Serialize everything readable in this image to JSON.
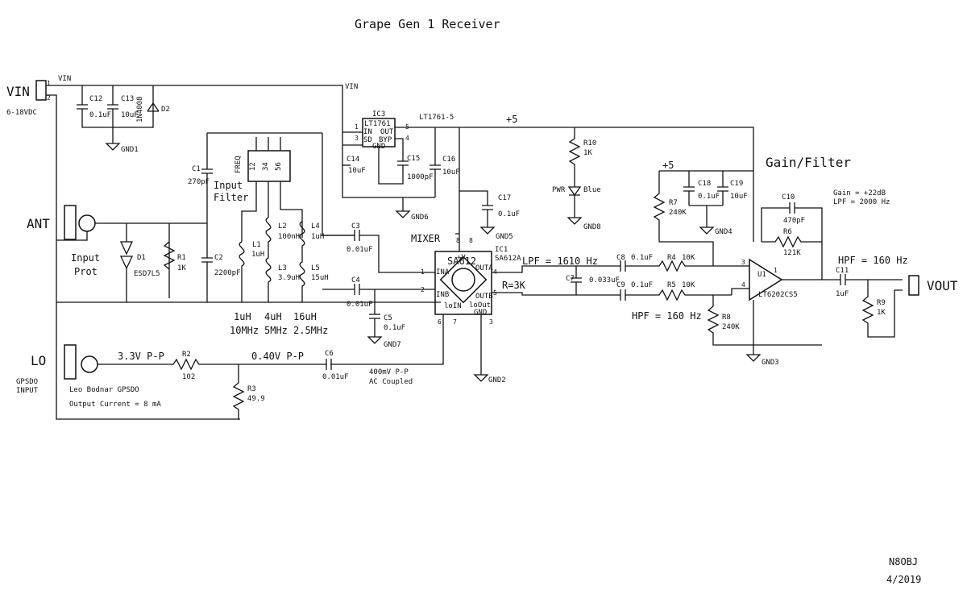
{
  "title": "Grape Gen 1 Receiver",
  "author": "N8OBJ",
  "date": "4/2019",
  "ports": {
    "vin": "VIN",
    "vin_range": "6-18VDC",
    "vin_net": "VIN",
    "vin_net2": "VIN",
    "ant": "ANT",
    "lo": "LO",
    "gpsdo_1": "GPSDO",
    "gpsdo_2": "INPUT",
    "vout": "VOUT"
  },
  "sections": {
    "input_prot_1": "Input",
    "input_prot_2": "Prot",
    "input_filter_1": "Input",
    "input_filter_2": "Filter",
    "mixer": "MIXER",
    "gain_filter": "Gain/Filter",
    "plus5_a": "+5",
    "plus5_b": "+5"
  },
  "components": {
    "C12": "C12",
    "C12v": "0.1uF",
    "C13": "C13",
    "C13v": "10uF",
    "D2": "D2",
    "D2v": "1N4008",
    "GND1": "GND1",
    "IC3": "IC3",
    "IC3v": "LT1761-5",
    "IC3_top": "LT1761",
    "IC3_in": "IN",
    "IC3_out": "OUT",
    "IC3_sd": "SD",
    "IC3_byp": "BYP",
    "IC3_gnd": "GND",
    "C14": "C14",
    "C14v": "10uF",
    "C15": "C15",
    "C15v": "1000pF",
    "C16": "C16",
    "C16v": "10uF",
    "GND6": "GND6",
    "C17": "C17",
    "C17v": "0.1uF",
    "GND5": "GND5",
    "R10": "R10",
    "R10v": "1K",
    "LED": "PWR",
    "LEDv": "Blue",
    "GND8": "GND8",
    "C1": "C1",
    "C1v": "270pF",
    "C2": "C2",
    "C2v": "2200pF",
    "FREQ": "FREQ",
    "sw1": "12",
    "sw2": "34",
    "sw3": "56",
    "L1": "L1",
    "L1v": "1uH",
    "L2": "L2",
    "L2v": "100nH",
    "L3": "L3",
    "L3v": "3.9uH",
    "L4": "L4",
    "L4v": "1uH",
    "L5": "L5",
    "L5v": "15uH",
    "fi1": "1uH",
    "fi2": "4uH",
    "fi3": "16uH",
    "fr1": "10MHz",
    "fr2": "5MHz",
    "fr3": "2.5MHz",
    "D1": "D1",
    "D1v": "ESD7L5",
    "R1": "R1",
    "R1v": "1K",
    "C3": "C3",
    "C3v": "0.01uF",
    "C4": "C4",
    "C4v": "0.01uF",
    "C5": "C5",
    "C5v": "0.1uF",
    "GND7": "GND7",
    "IC1": "IC1",
    "IC1v": "SA612A",
    "IC1_name": "SA612",
    "IC1_vcc": "+V",
    "IC1_ina": "INA",
    "IC1_inb": "INB",
    "IC1_outa": "OUTA",
    "IC1_outb": "OUTB",
    "IC1_loin": "loIN",
    "IC1_loout": "loOut",
    "IC1_gnd": "GND",
    "GND2": "GND2",
    "lpf": "LPF = 1610 Hz",
    "r3k": "R=3K",
    "C7": "C7",
    "C7v": "0.033uF",
    "C8": "C8",
    "C8v": "0.1uF",
    "C9": "C9",
    "C9v": "0.1uF",
    "R4": "R4",
    "R4v": "10K",
    "R5": "R5",
    "R5v": "10K",
    "hpf1": "HPF = 160 Hz",
    "R7": "R7",
    "R7v": "240K",
    "R8": "R8",
    "R8v": "240K",
    "C18": "C18",
    "C18v": "0.1uF",
    "C19": "C19",
    "C19v": "10uF",
    "GND4": "GND4",
    "C10": "C10",
    "C10v": "470pF",
    "R6": "R6",
    "R6v": "121K",
    "gain": "Gain = +22dB",
    "lpf2": "LPF = 2000 Hz",
    "U1": "U1",
    "U1v": "LT6202CS5",
    "GND3": "GND3",
    "hpf2": "HPF = 160 Hz",
    "C11": "C11",
    "C11v": "1uF",
    "R9": "R9",
    "R9v": "1K",
    "R2": "R2",
    "R2v": "102",
    "R3": "R3",
    "R3v": "49.9",
    "C6": "C6",
    "C6v": "0.01uF",
    "lo_a": "3.3V P-P",
    "lo_b": "0.40V P-P",
    "lo_c": "400mV P-P",
    "lo_d": "AC Coupled",
    "gps1": "Leo Bodnar GPSDO",
    "gps2": "Output Current = 8 mA"
  },
  "pins": {
    "p1": "1",
    "p2": "2",
    "p3": "3",
    "p4": "4",
    "p5": "5",
    "p6": "6",
    "p7": "7",
    "p8": "8"
  }
}
